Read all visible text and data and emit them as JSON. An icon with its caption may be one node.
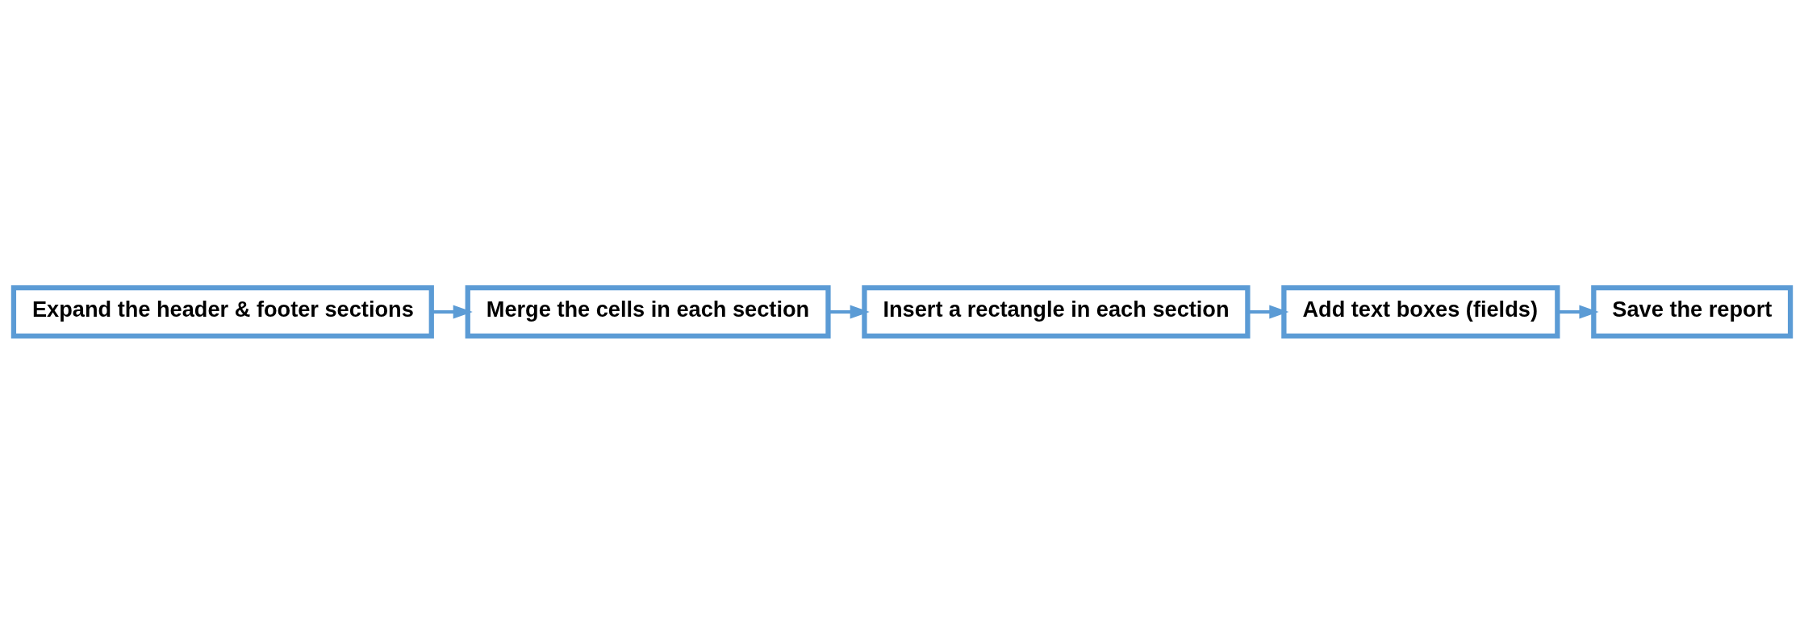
{
  "diagram": {
    "nodes": [
      {
        "text": [
          "Expand the header & footer sections"
        ]
      },
      {
        "text": [
          "Merge the cells in each section"
        ]
      },
      {
        "text": [
          "Insert a rectangle in each section"
        ]
      },
      {
        "text": [
          "Add text boxes (fields)"
        ]
      },
      {
        "text": [
          "Save the report"
        ]
      }
    ],
    "edges": [
      {
        "from": 0,
        "to": 1,
        "arrow": "to"
      },
      {
        "from": 1,
        "to": 2,
        "arrow": "to"
      },
      {
        "from": 2,
        "to": 3,
        "arrow": "to"
      },
      {
        "from": 3,
        "to": 4,
        "arrow": "to"
      }
    ]
  }
}
